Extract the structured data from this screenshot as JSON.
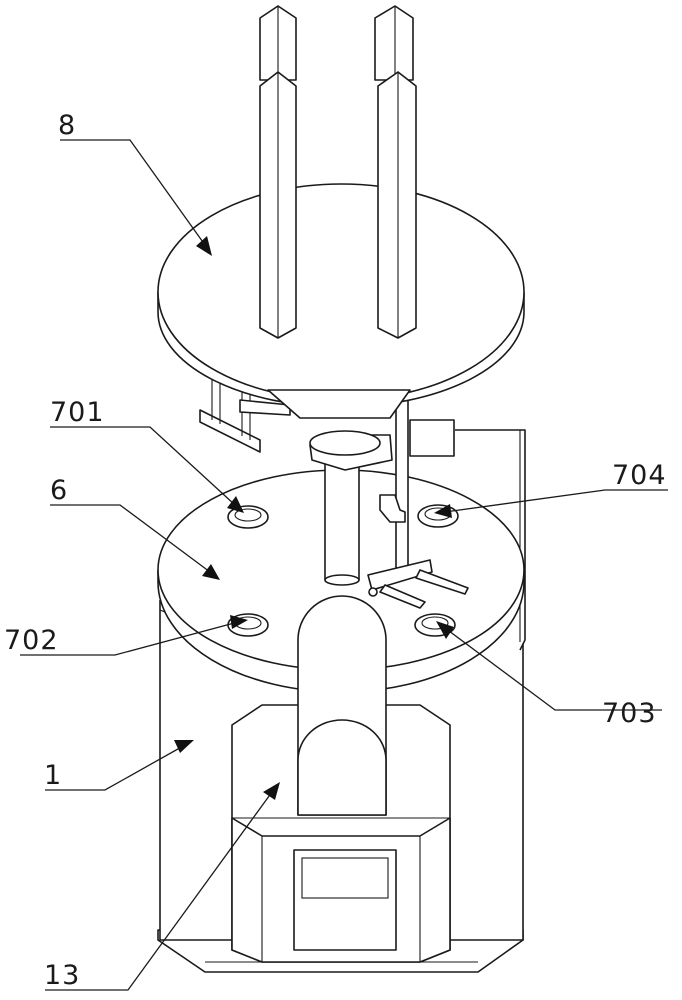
{
  "labels": [
    {
      "id": "8",
      "text": "8"
    },
    {
      "id": "701",
      "text": "701"
    },
    {
      "id": "6",
      "text": "6"
    },
    {
      "id": "702",
      "text": "702"
    },
    {
      "id": "1",
      "text": "1"
    },
    {
      "id": "13",
      "text": "13"
    },
    {
      "id": "704",
      "text": "704"
    },
    {
      "id": "703",
      "text": "703"
    }
  ]
}
